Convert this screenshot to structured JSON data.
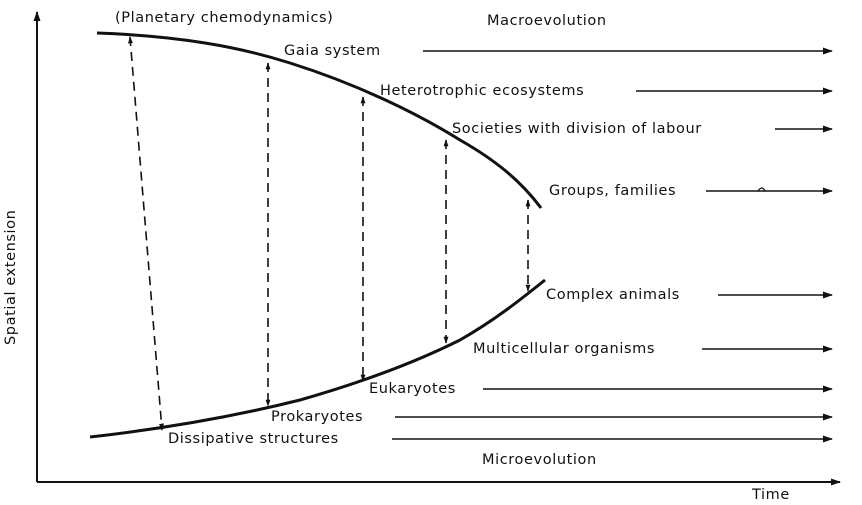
{
  "axes": {
    "x_label": "Time",
    "y_label": "Spatial extension"
  },
  "bands": {
    "top": "Macroevolution",
    "bottom": "Microevolution"
  },
  "upper_branch": [
    "(Planetary chemodynamics)",
    "Gaia system",
    "Heterotrophic ecosystems",
    "Societies with division of labour",
    "Groups, families"
  ],
  "lower_branch": [
    "Complex animals",
    "Multicellular organisms",
    "Eukaryotes",
    "Prokaryotes",
    "Dissipative structures"
  ]
}
